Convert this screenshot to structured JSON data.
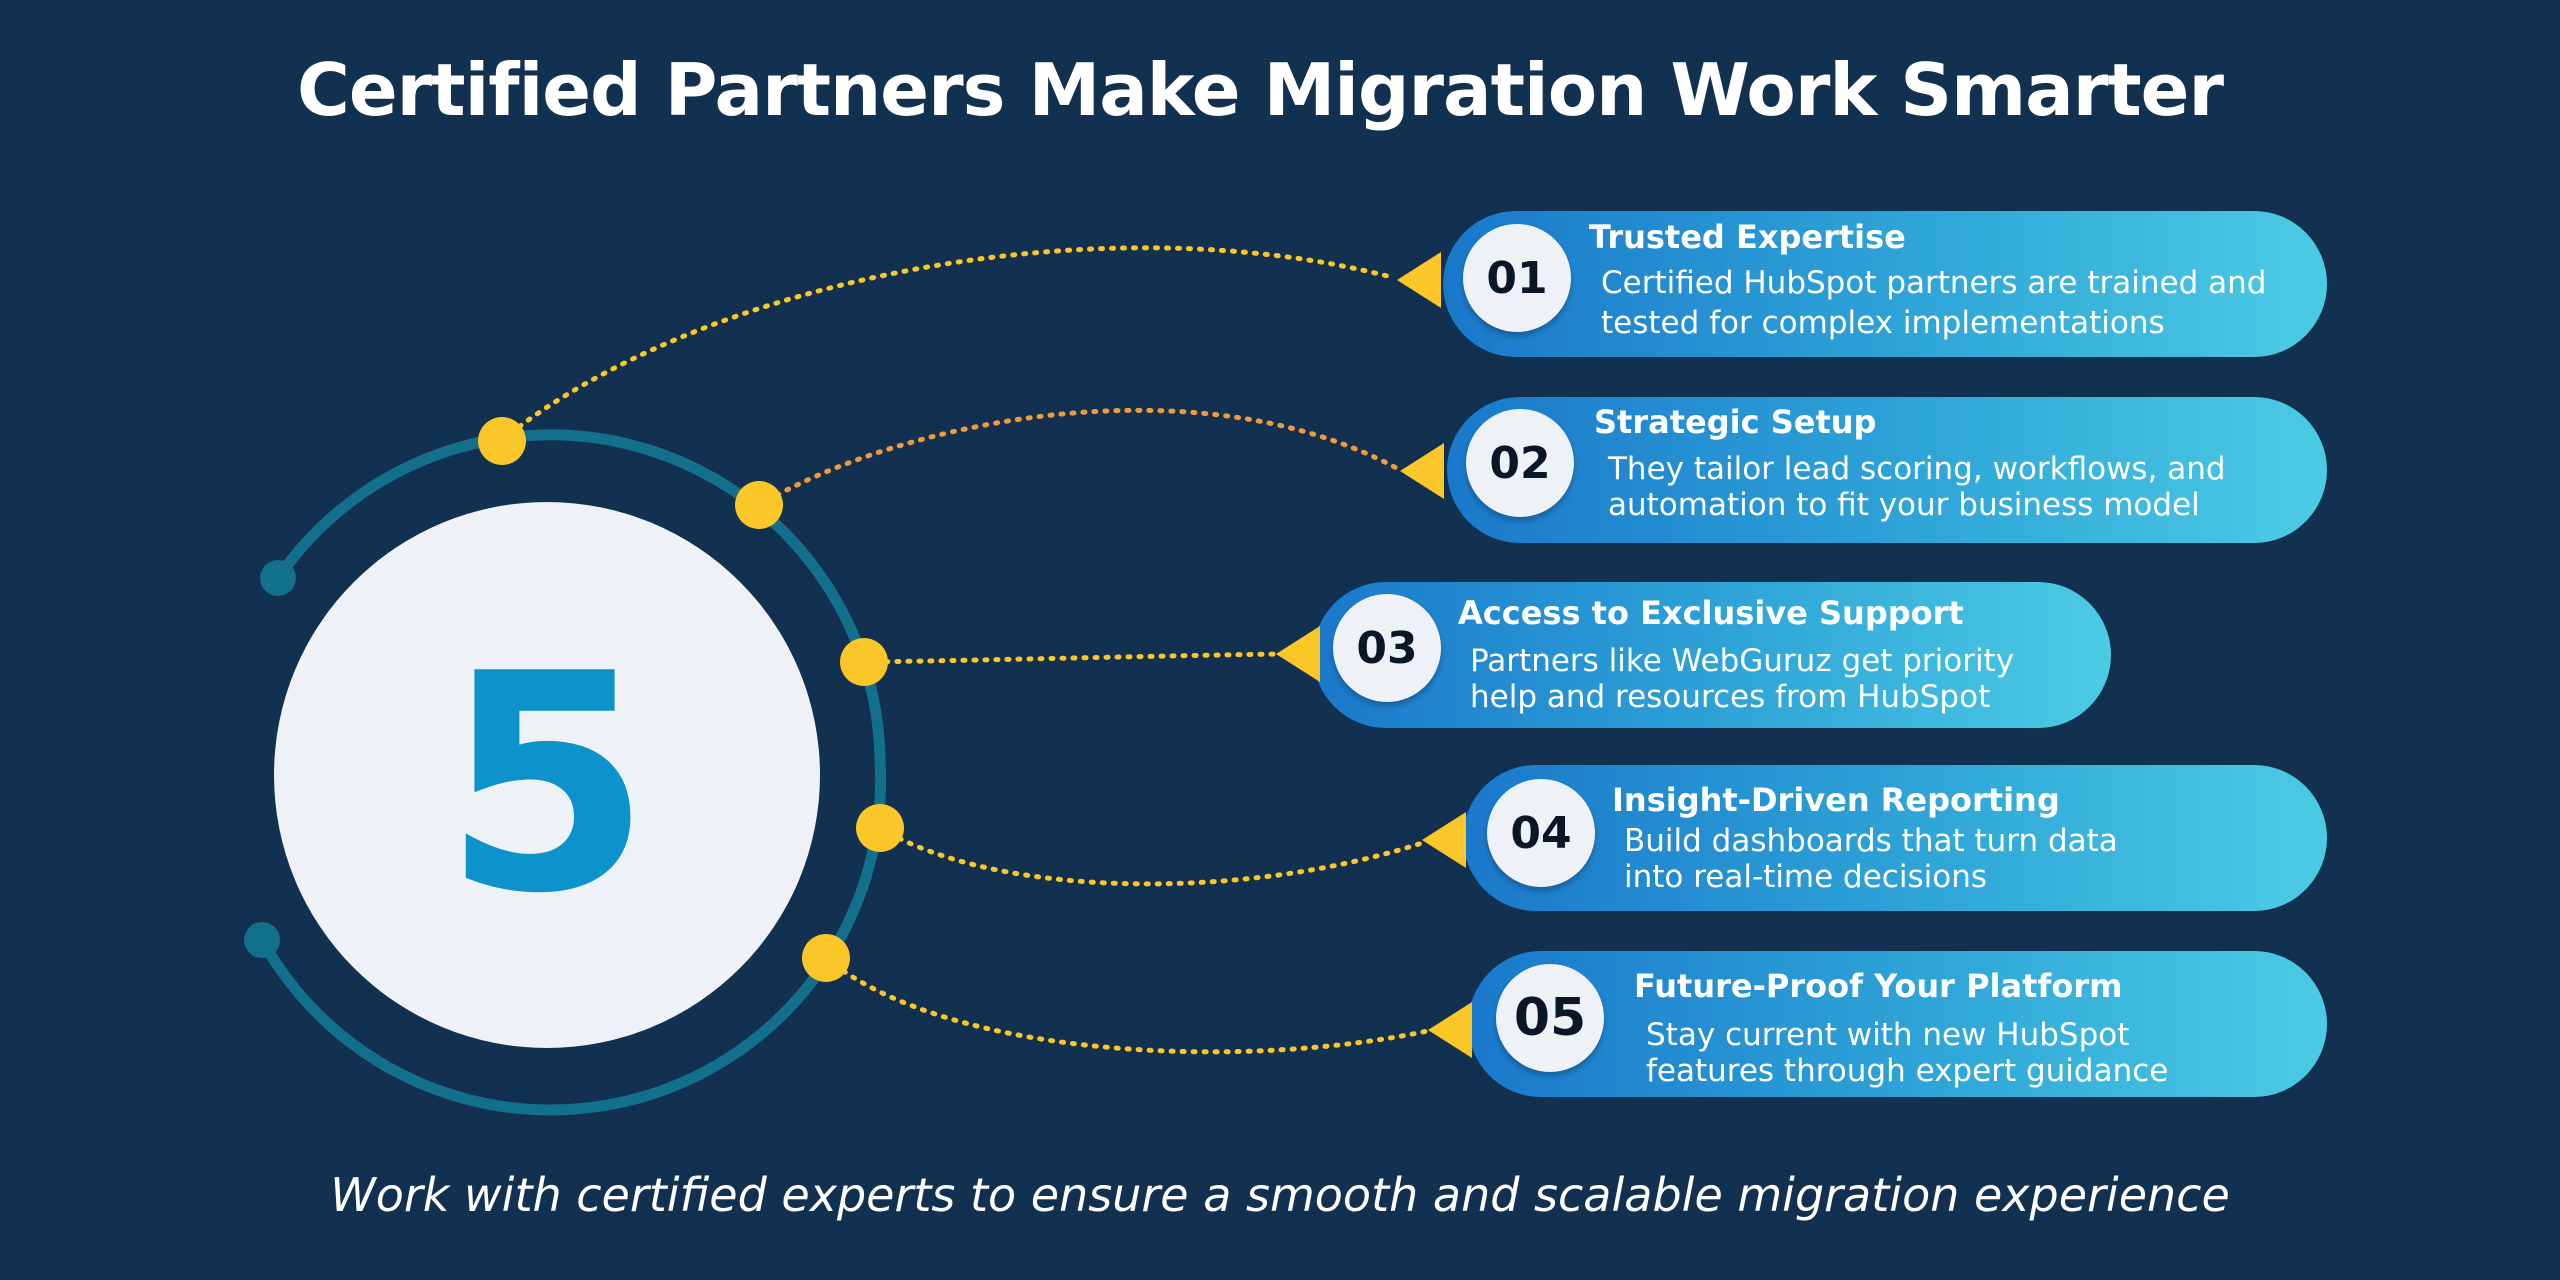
{
  "title": "Certified Partners Make Migration Work Smarter",
  "central_number": "5",
  "items": [
    {
      "number": "01",
      "title": "Trusted Expertise",
      "line1": "Certified HubSpot partners are trained and",
      "line2": "tested for complex implementations"
    },
    {
      "number": "02",
      "title": "Strategic Setup",
      "line1": "They tailor lead scoring, workflows, and",
      "line2": "automation to fit your business model"
    },
    {
      "number": "03",
      "title": "Access to Exclusive Support",
      "line1": "Partners like WebGuruz get priority",
      "line2": "help and resources from HubSpot"
    },
    {
      "number": "04",
      "title": "Insight-Driven Reporting",
      "line1": "Build dashboards that turn data",
      "line2": "into real-time decisions"
    },
    {
      "number": "05",
      "title": "Future-Proof Your Platform",
      "line1": "Stay current with new HubSpot",
      "line2": "features through expert guidance"
    }
  ],
  "footer": "Work with certified experts to ensure a smooth and scalable migration experience",
  "colors": {
    "background": "#12304f",
    "accent_yellow": "#fbc628",
    "ring_teal": "#13708c",
    "number_blue": "#0d93cc",
    "pill_start": "#1a78cb",
    "pill_end": "#4ccbe4"
  }
}
